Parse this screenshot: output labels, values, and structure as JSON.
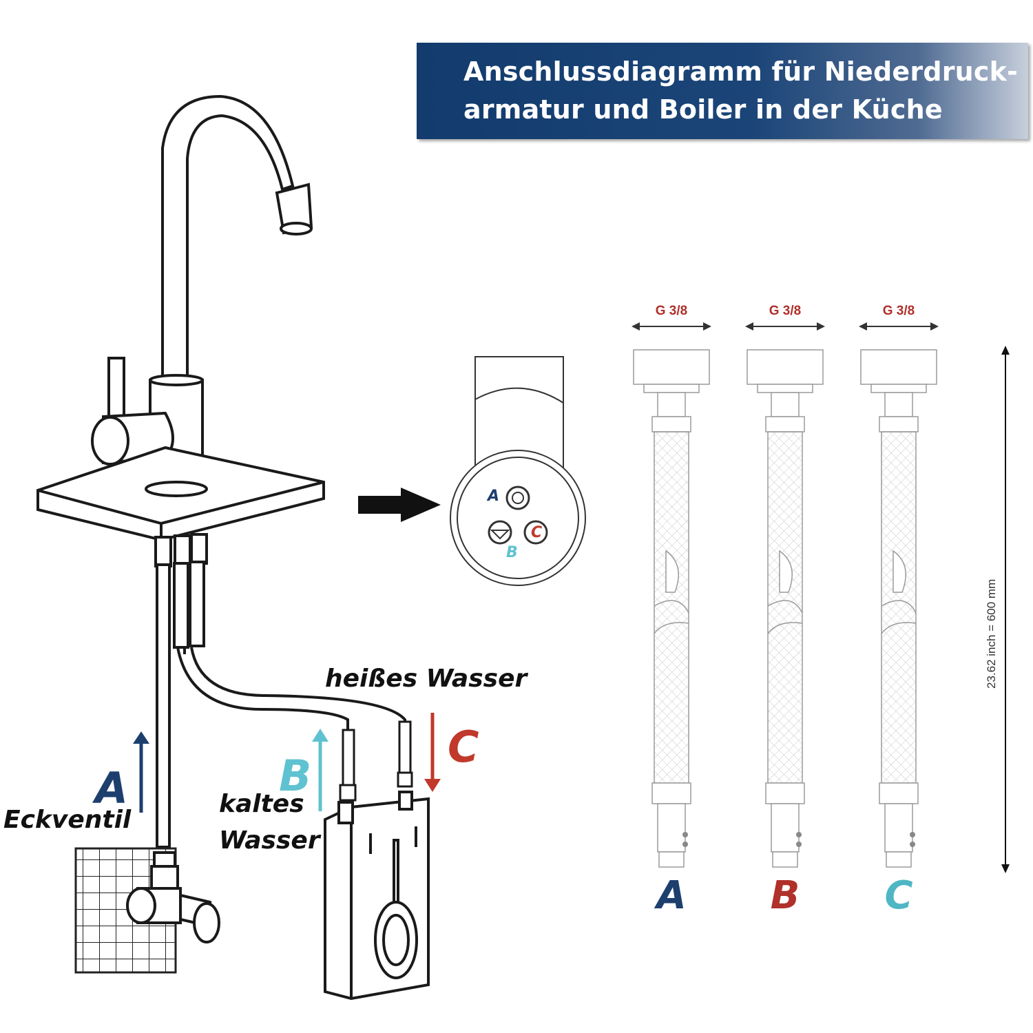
{
  "title": {
    "line1": "Anschlussdiagramm für Niederdruck-",
    "line2": "armatur und Boiler in der Küche"
  },
  "labels": {
    "hot_water": "heißes Wasser",
    "cold_water_1": "kaltes",
    "cold_water_2": "Wasser",
    "angle_valve": "Eckventil",
    "A": "A",
    "B": "B",
    "C": "C"
  },
  "connector_detail": {
    "A": "A",
    "B": "B",
    "C": "C"
  },
  "hoses": [
    {
      "letter": "A",
      "thread": "G 3/8",
      "color": "#1d3f6e"
    },
    {
      "letter": "B",
      "thread": "G 3/8",
      "color": "#b0302a"
    },
    {
      "letter": "C",
      "thread": "G 3/8",
      "color": "#4fb6c4"
    }
  ],
  "length_label": "23.62 inch = 600 mm",
  "colors": {
    "A": "#1d3f6e",
    "B": "#5fc2d1",
    "C": "#c0392b",
    "banner": "#1b4578",
    "thread_label": "#b0302a"
  },
  "icons": [
    "faucet-icon",
    "angle-valve-icon",
    "boiler-icon",
    "arrow-right-icon",
    "hose-icon"
  ]
}
